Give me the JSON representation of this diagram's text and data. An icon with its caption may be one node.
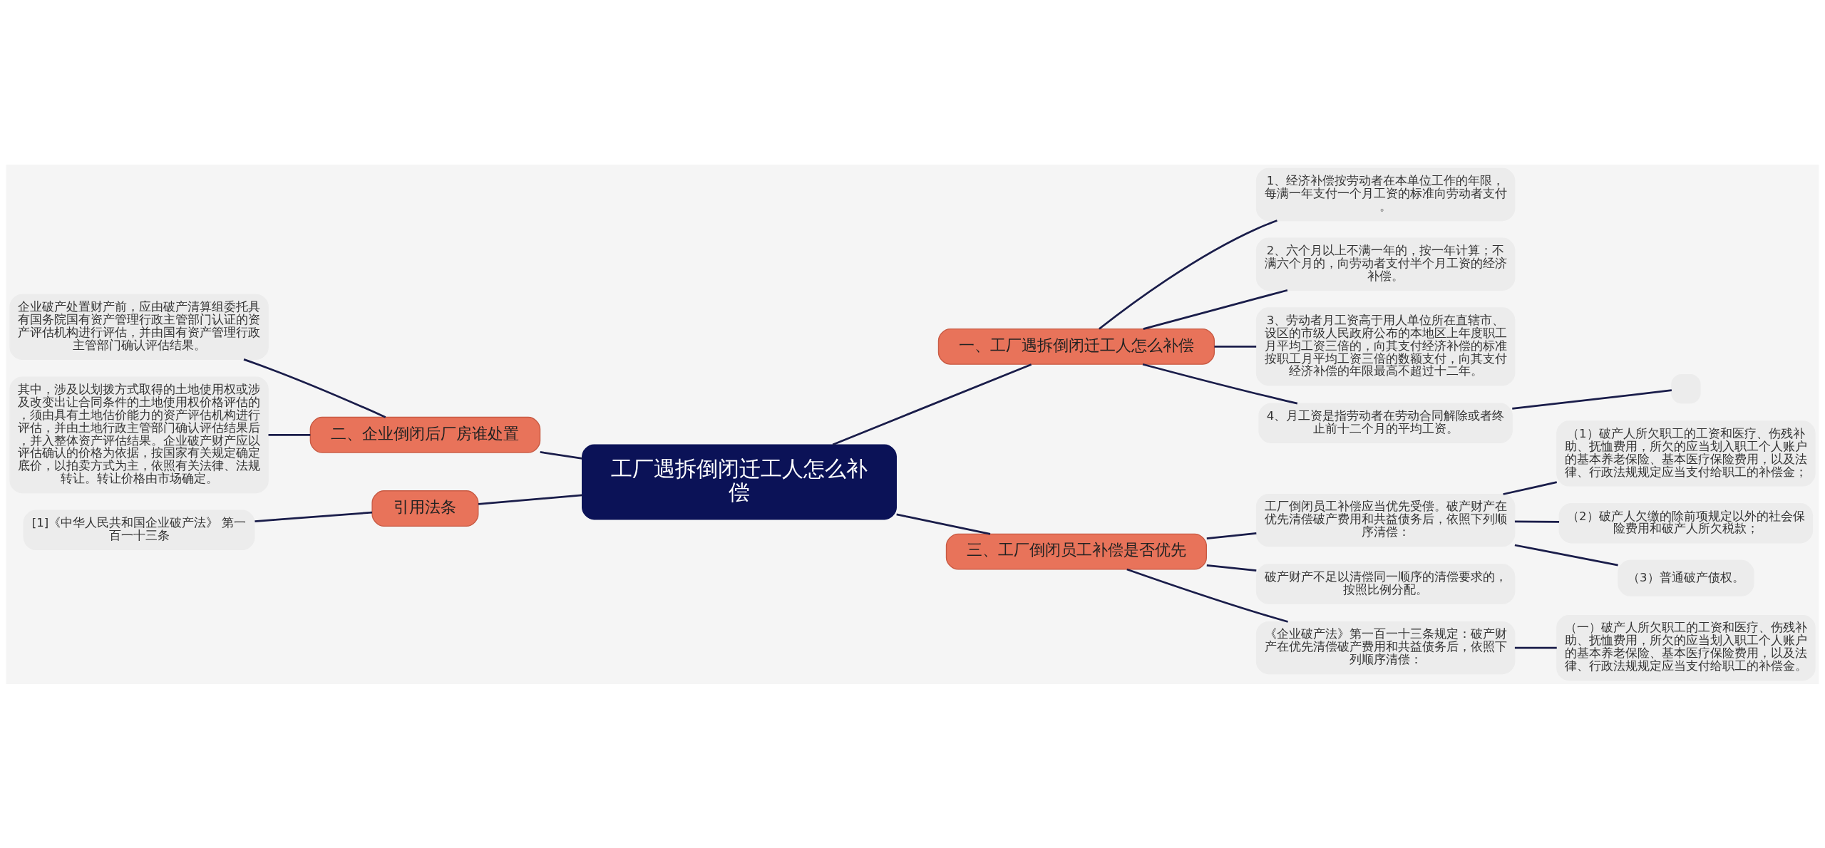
{
  "diagram": {
    "nodes": [
      {
        "text": [
          "工厂遇拆倒闭迁工人怎么补偿"
        ]
      },
      {
        "text": [
          "一、工厂遇拆倒闭迁工人怎么补偿"
        ]
      },
      {
        "text": [
          "1、经济补偿按劳动者在本单位工作的年限，每满一年支付一个月工资的标准向劳动者支付。"
        ]
      },
      {
        "text": [
          "2、六个月以上不满一年的，按一年计算；不满六个月的，向劳动者支付半个月工资的经济补偿。"
        ]
      },
      {
        "text": [
          "3、劳动者月工资高于用人单位所在直辖市、设区的市级人民政府公布的本地区上年度职工月平均工资三倍的，向其支付经济补偿的标准按职工月平均工资三倍的数额支付，向其支付经济补偿的年限最高不超过十二年。"
        ]
      },
      {
        "text": [
          "4、月工资是指劳动者在劳动合同解除或者终止前十二个月的平均工资。"
        ]
      },
      {
        "text": [],
        "shape": "box"
      },
      {
        "text": [
          "二、企业倒闭后厂房谁处置"
        ]
      },
      {
        "text": [
          "企业破产处置财产前，应由破产清算组委托具有国务院国有资产管理行政主管部门认证的资产评估机构进行评估，并由国有资产管理行政主管部门确认评估结果。"
        ]
      },
      {
        "text": [
          "其中，涉及以划拨方式取得的土地使用权或涉及改变出让合同条件的土地使用权价格评估的，须由具有土地估价能力的资产评估机构进行评估，并由土地行政主管部门确认评估结果后，并入整体资产评估结果。企业破产财产应以评估确认的价格为依据，按国家有关规定确定底价，以拍卖方式为主，依照有关法律、法规转让。转让价格由市场确定。"
        ]
      },
      {
        "text": [
          "引用法条"
        ]
      },
      {
        "text": [
          "[1]《中华人民共和国企业破产法》 第一百一十三条"
        ]
      },
      {
        "text": [
          "三、工厂倒闭员工补偿是否优先"
        ]
      },
      {
        "text": [
          "工厂倒闭员工补偿应当优先受偿。破产财产在优先清偿破产费用和共益债务后，依照下列顺序清偿："
        ]
      },
      {
        "text": [
          "（1）破产人所欠职工的工资和医疗、伤残补助、抚恤费用，所欠的应当划入职工个人账户的基本养老保险、基本医疗保险费用，以及法律、行政法规规定应当支付给职工的补偿金；"
        ]
      },
      {
        "text": [
          "（2）破产人欠缴的除前项规定以外的社会保险费用和破产人所欠税款；"
        ]
      },
      {
        "text": [
          "（3）普通破产债权。"
        ]
      },
      {
        "text": [
          "破产财产不足以清偿同一顺序的清偿要求的，按照比例分配。"
        ]
      },
      {
        "text": [
          "《企业破产法》第一百一十三条规定：破产财产在优先清偿破产费用和共益债务后，依照下列顺序清偿："
        ]
      },
      {
        "text": [
          "（一）破产人所欠职工的工资和医疗、伤残补助、抚恤费用，所欠的应当划入职工个人账户的基本养老保险、基本医疗保险费用，以及法律、行政法规规定应当支付给职工的补偿金。"
        ]
      }
    ],
    "edges": [
      {
        "from": 0,
        "to": 1,
        "arrow": "none"
      },
      {
        "from": 1,
        "to": 2,
        "arrow": "none"
      },
      {
        "from": 1,
        "to": 3,
        "arrow": "none"
      },
      {
        "from": 1,
        "to": 4,
        "arrow": "none"
      },
      {
        "from": 1,
        "to": 5,
        "arrow": "none"
      },
      {
        "from": 5,
        "to": 6,
        "arrow": "none"
      },
      {
        "from": 0,
        "to": 7,
        "arrow": "none"
      },
      {
        "from": 7,
        "to": 8,
        "arrow": "none"
      },
      {
        "from": 7,
        "to": 9,
        "arrow": "none"
      },
      {
        "from": 0,
        "to": 10,
        "arrow": "none"
      },
      {
        "from": 10,
        "to": 11,
        "arrow": "none"
      },
      {
        "from": 0,
        "to": 12,
        "arrow": "none"
      },
      {
        "from": 12,
        "to": 13,
        "arrow": "none"
      },
      {
        "from": 13,
        "to": 14,
        "arrow": "none"
      },
      {
        "from": 13,
        "to": 15,
        "arrow": "none"
      },
      {
        "from": 13,
        "to": 16,
        "arrow": "none"
      },
      {
        "from": 12,
        "to": 17,
        "arrow": "none"
      },
      {
        "from": 12,
        "to": 18,
        "arrow": "none"
      },
      {
        "from": 18,
        "to": 19,
        "arrow": "none"
      }
    ]
  }
}
